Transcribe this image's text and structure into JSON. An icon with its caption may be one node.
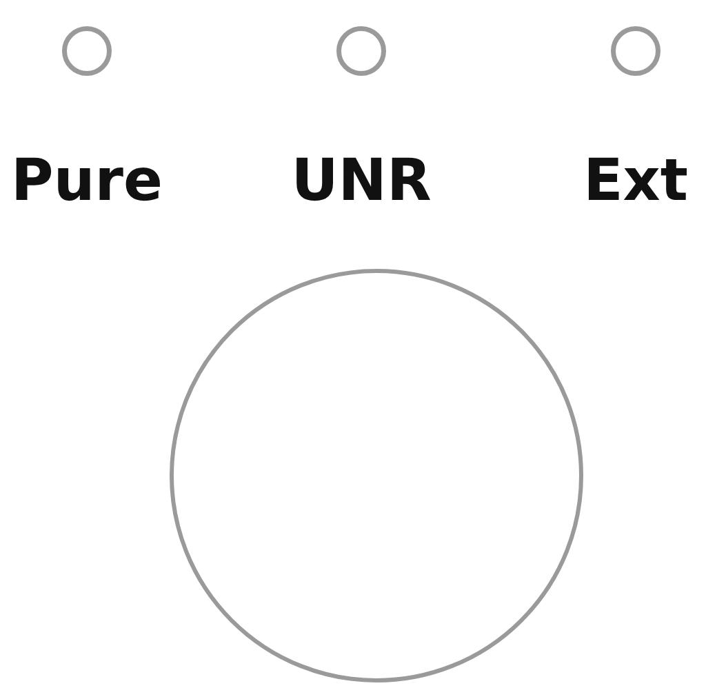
{
  "diagram": {
    "nodes": [
      {
        "text": [],
        "shape": "circle",
        "beside": [
          "Pure"
        ]
      },
      {
        "text": [],
        "shape": "circle",
        "beside": [
          "UNR"
        ]
      },
      {
        "text": [],
        "shape": "circle",
        "beside": [
          "Ext"
        ]
      },
      {
        "text": [],
        "shape": "circle"
      }
    ]
  }
}
